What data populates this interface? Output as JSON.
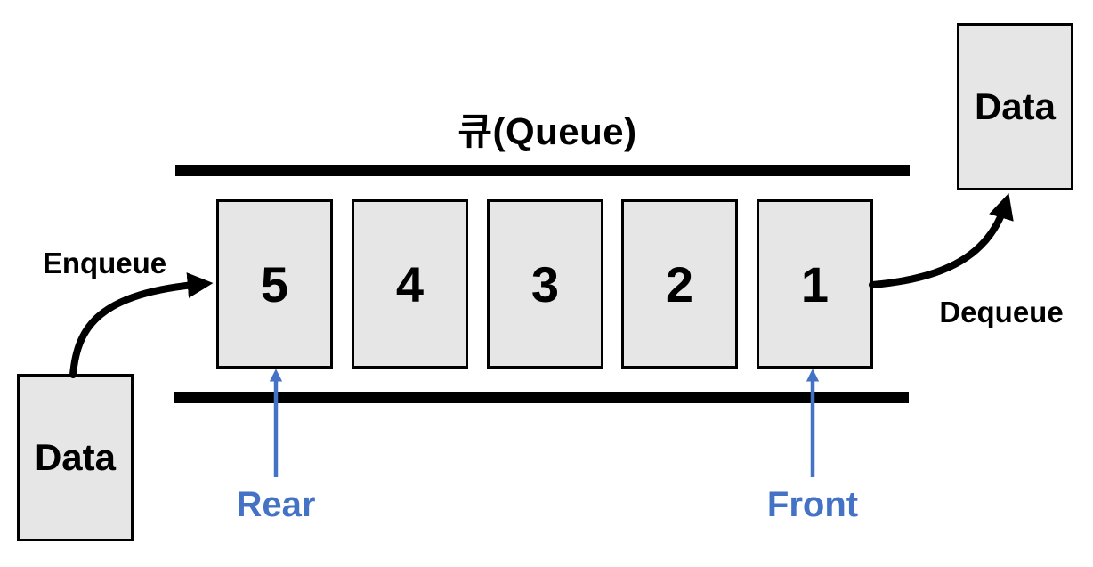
{
  "title": "큐(Queue)",
  "queue": {
    "items": [
      "5",
      "4",
      "3",
      "2",
      "1"
    ],
    "rear_label": "Rear",
    "front_label": "Front"
  },
  "operations": {
    "enqueue_label": "Enqueue",
    "dequeue_label": "Dequeue"
  },
  "data_nodes": {
    "incoming": "Data",
    "outgoing": "Data"
  },
  "icons": {
    "enqueue_arrow": "curved-right-arrow",
    "dequeue_arrow": "curved-up-arrow",
    "rear_pointer": "up-arrow",
    "front_pointer": "up-arrow"
  },
  "colors": {
    "background": "#ffffff",
    "box_fill": "#e7e6e6",
    "box_border": "#000000",
    "bar": "#000000",
    "text": "#000000",
    "pointer_blue": "#4472c4"
  }
}
